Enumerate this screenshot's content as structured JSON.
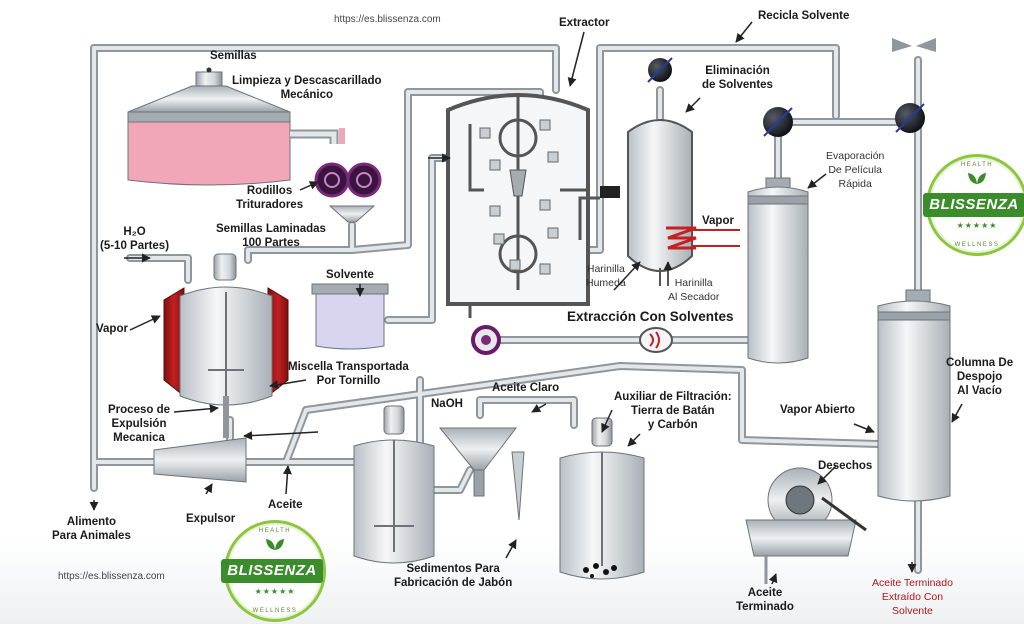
{
  "watermark_top": "https://es.blissenza.com",
  "watermark_bottom": "https://es.blissenza.com",
  "logo": {
    "ring_top": "HEALTH",
    "name": "BLISSENZA",
    "ring_bottom": "WELLNESS",
    "stars": "★★★★★"
  },
  "colors": {
    "pipe": "#c9ced3",
    "pipe_edge": "#8f969c",
    "seed_fill": "#f2a7b8",
    "vapor_jacket": "#b01818",
    "roller": "#7a2a7a",
    "solvent": "#d9d4ef",
    "logo_green": "#3b8c2a",
    "red_text": "#b01818"
  },
  "labels": {
    "semillas": "Semillas",
    "limpieza": "Limpieza y Descascarillado\nMecánico",
    "extractor": "Extractor",
    "recicla": "Recicla Solvente",
    "eliminacion": "Eliminación\nde Solventes",
    "evaporacion": "Evaporación\nDe Película\nRápida",
    "rodillos": "Rodillos\nTrituradores",
    "h2o": "H₂O\n(5-10 Partes)",
    "laminadas": "Semillas Laminadas\n100 Partes",
    "vapor_left": "Vapor",
    "vapor_right": "Vapor",
    "solvente": "Solvente",
    "harinilla_humeda": "Harinilla\nHumeda",
    "harinilla_secador": "Harinilla\nAl Secador",
    "extraccion": "Extracción Con Solventes",
    "miscella": "Miscella Transportada\nPor Tornillo",
    "proceso": "Proceso de\nExpulsión\nMecanica",
    "naoh": "NaOH",
    "aceite_claro": "Aceite Claro",
    "auxiliar": "Auxiliar de Filtración:\nTierra de Batán\ny Carbón",
    "vapor_abierto": "Vapor Abierto",
    "columna": "Columna De\nDespojo\nAl Vacío",
    "desechos": "Desechos",
    "aceite": "Aceite",
    "expulsor": "Expulsor",
    "alimento": "Alimento\nPara Animales",
    "sedimentos": "Sedimentos Para\nFabricación de Jabón",
    "aceite_terminado": "Aceite\nTerminado",
    "aceite_terminado_solvente": "Aceite Terminado\nExtraído Con\nSolvente"
  }
}
